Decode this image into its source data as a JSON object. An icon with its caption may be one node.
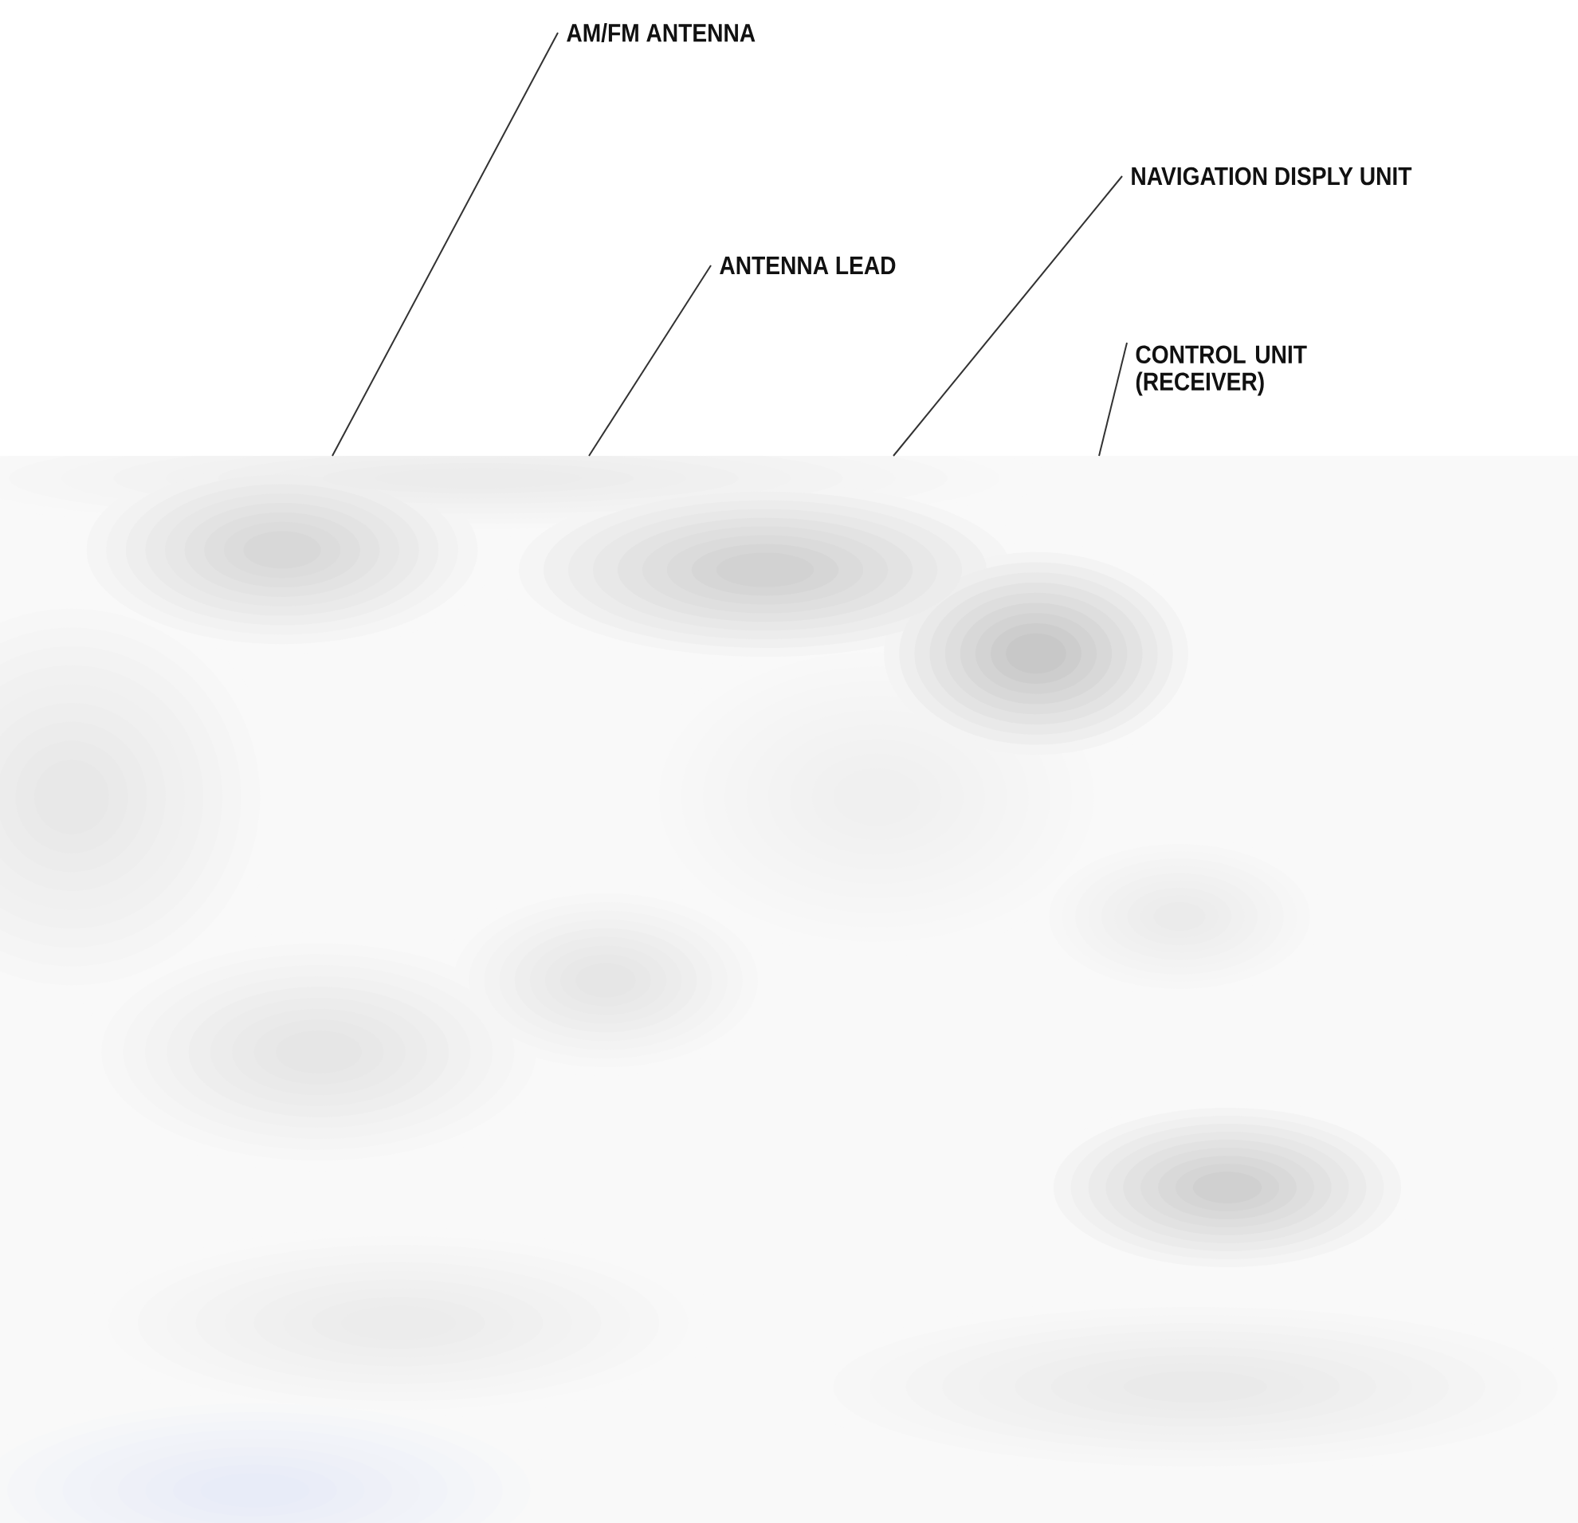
{
  "diagram": {
    "nodes": [
      {
        "text": [
          "AM/FM ANTENNA"
        ]
      },
      {
        "text": [
          "ANTENNA LEAD"
        ]
      },
      {
        "text": [
          "NAVIGATION DISPLY UNIT"
        ]
      },
      {
        "text": [
          "CONTROL UNIT (RECEIVER)"
        ]
      }
    ],
    "edges": [
      {
        "from": 0,
        "to": null,
        "arrow": "none"
      },
      {
        "from": 1,
        "to": null,
        "arrow": "none"
      },
      {
        "from": 2,
        "to": null,
        "arrow": "none"
      },
      {
        "from": 3,
        "to": null,
        "arrow": "none"
      }
    ]
  }
}
